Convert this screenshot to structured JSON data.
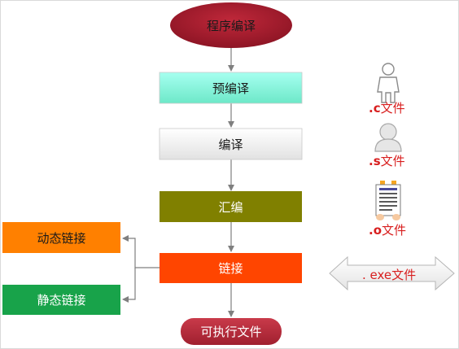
{
  "nodes": {
    "start": "程序编译",
    "preprocess": "预编译",
    "compile": "编译",
    "assemble": "汇编",
    "link": "链接",
    "dynamic_link": "动态链接",
    "static_link": "静态链接",
    "end": "可执行文件"
  },
  "files": {
    "c_prefix": ".c",
    "c_suffix": "文件",
    "s_prefix": ".s",
    "s_suffix": "文件",
    "o_prefix": ".o",
    "o_suffix": "文件",
    "exe": ". exe文件"
  },
  "icons": {
    "c_file": "person-outline-icon",
    "s_file": "user-silhouette-icon",
    "o_file": "document-clipboard-icon",
    "exe_file": "double-arrow-icon"
  },
  "colors": {
    "start_fill": "#a51d2d",
    "preprocess_fill": "#7fffd4",
    "compile_fill": "#f2f2f2",
    "assemble_fill": "#808000",
    "link_fill": "#ff4500",
    "dynamic_fill": "#ff8c00",
    "static_fill": "#19a34a",
    "end_fill": "#b22234",
    "file_text": "#d81e1e"
  }
}
